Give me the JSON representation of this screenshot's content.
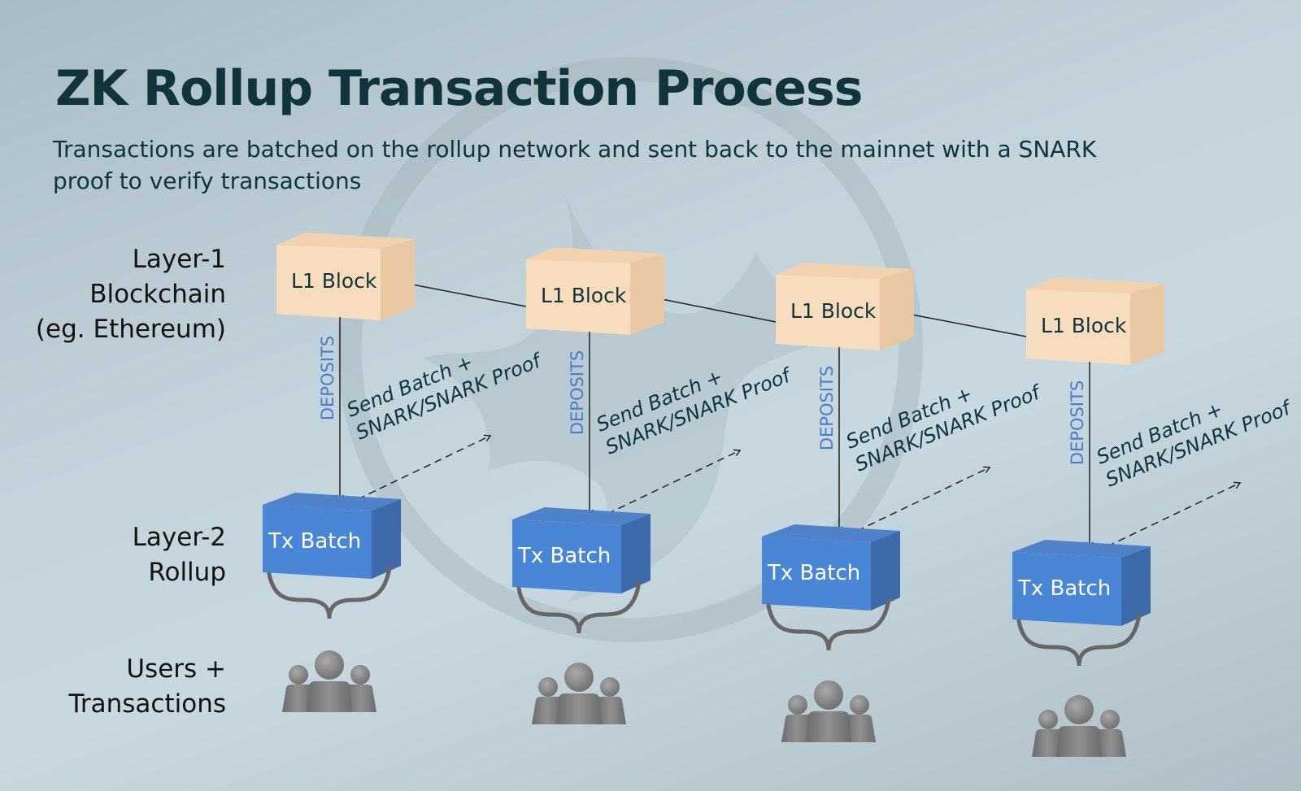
{
  "title": "ZK Rollup Transaction Process",
  "subtitle": "Transactions are batched on the rollup network and sent back to the mainnet with a SNARK proof to verify transactions",
  "row_labels": {
    "layer1": [
      "Layer-1",
      "Blockchain",
      "(eg. Ethereum)"
    ],
    "layer2": [
      "Layer-2",
      "Rollup"
    ],
    "users": [
      "Users +",
      "Transactions"
    ]
  },
  "colors": {
    "text_dark": "#0f3439",
    "l1_block": "#f7dcbd",
    "tx_batch": "#4a86d6",
    "deposits_label": "#4a7cc7",
    "users_icon": "#7d7d7d"
  },
  "columns": [
    {
      "l1_block_label": "L1 Block",
      "deposits_label": "DEPOSITS",
      "send_label_line1": "Send Batch +",
      "send_label_line2": "SNARK/SNARK Proof",
      "tx_batch_label": "Tx Batch",
      "users_icon": "users-group-icon"
    },
    {
      "l1_block_label": "L1 Block",
      "deposits_label": "DEPOSITS",
      "send_label_line1": "Send Batch +",
      "send_label_line2": "SNARK/SNARK Proof",
      "tx_batch_label": "Tx Batch",
      "users_icon": "users-group-icon"
    },
    {
      "l1_block_label": "L1 Block",
      "deposits_label": "DEPOSITS",
      "send_label_line1": "Send Batch +",
      "send_label_line2": "SNARK/SNARK Proof",
      "tx_batch_label": "Tx Batch",
      "users_icon": "users-group-icon"
    },
    {
      "l1_block_label": "L1 Block",
      "deposits_label": "DEPOSITS",
      "send_label_line1": "Send Batch +",
      "send_label_line2": "SNARK/SNARK Proof",
      "tx_batch_label": "Tx Batch",
      "users_icon": "users-group-icon"
    }
  ]
}
